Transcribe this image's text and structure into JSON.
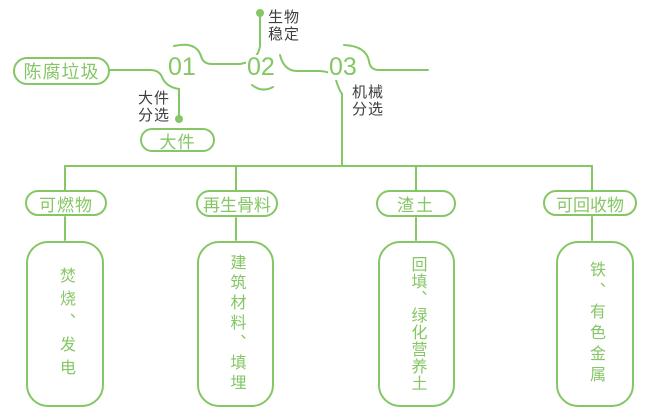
{
  "colors": {
    "green": "#85C665",
    "dark_text": "#3d3d3d",
    "background": "#ffffff"
  },
  "flow": {
    "source_label": "陈腐垃圾",
    "steps": [
      {
        "number": "01",
        "label": "大件分选",
        "label_lines": "大件\n分选",
        "output_label": "大件"
      },
      {
        "number": "02",
        "label": "生物稳定",
        "label_lines": "生物\n稳定"
      },
      {
        "number": "03",
        "label": "机械分选",
        "label_lines": "机械\n分选"
      }
    ]
  },
  "branches": [
    {
      "category": "可燃物",
      "result": "焚烧、发电"
    },
    {
      "category": "再生骨料",
      "result": "建筑材料、填埋"
    },
    {
      "category": "渣土",
      "result": "回填、绿化营养土"
    },
    {
      "category": "可回收物",
      "result": "铁、有色金属"
    }
  ]
}
